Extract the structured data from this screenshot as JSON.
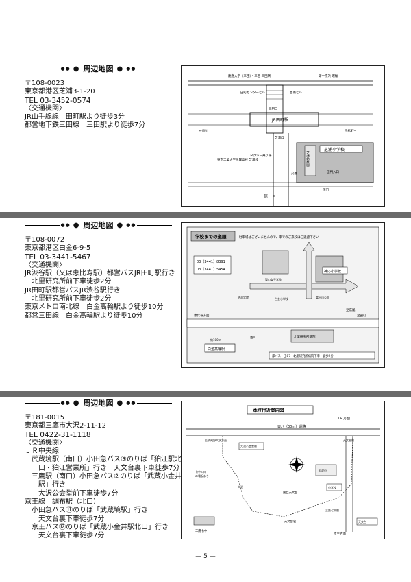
{
  "page_number": "— 5 —",
  "sections": [
    {
      "heading": "周辺地図",
      "postal": "〒108-0023",
      "address": "東京都港区芝浦3-1-20",
      "tel": "TEL 03-3452-0574",
      "transport_label": "〈交通機関〉",
      "lines": [
        "JR山手線線　田町駅より徒歩3分",
        "都営地下鉄三田線　三田駅より徒歩7分"
      ],
      "map": {
        "top_label": "慶應大学（三田）・三田 三田駅",
        "top_right_label": "第一京浜 運輸",
        "label_a": "田町センタービル",
        "label_b": "西南ビル",
        "label_c": "三田口",
        "station": "JR田町駅",
        "label_d": "芝浦口",
        "left_arrow": "←品川",
        "right_arrow": "浜松町→",
        "label_e": "タクシー乗り場",
        "label_f": "東京工業大学附属高校 芝浦校",
        "label_g": "芝浦幼稚園",
        "school": "芝浦小学校",
        "label_h": "正門入口",
        "label_i": "交番",
        "label_j": "正門",
        "signal": "信　号"
      }
    },
    {
      "heading": "周辺地図",
      "postal": "〒108-0072",
      "address": "東京都港区白金6-9-5",
      "tel": "TEL 03-3441-5467",
      "transport_label": "〈交通機関〉",
      "lines": [
        "JR渋谷駅（又は恵比寿駅）都営バスJR田町駅行き",
        "北里研究所前下車徒歩2分",
        "JR田町駅都営バスJR渋谷駅行き",
        "北里研究所前下車徒歩2分",
        "東京メトロ南北線　白金高輪駅より徒歩10分",
        "都営三田線　白金高輪駅より徒歩10分"
      ],
      "map": {
        "title": "学校までの道順",
        "note": "駐車場はございませんので、車でのご来校はご遠慮下さい",
        "phone1": "03（3441）8391",
        "phone2": "03（3441）5454",
        "school": "白金小学校",
        "school2": "神応小学校",
        "label_a": "聖心女子学院",
        "label_b": "富士山公園",
        "label_c": "明治学院",
        "label_d": "北里研究所病院",
        "label_e": "恵比寿方面",
        "label_f": "白金高輪駅",
        "label_g": "約100m",
        "label_h": "都バス　田87　北里研究所病院下車　徒歩2分",
        "label_i": "古川",
        "label_j": "至広尾",
        "label_k": "至田町"
      }
    },
    {
      "heading": "周辺地図",
      "postal": "〒181-0015",
      "address": "東京都三鷹市大沢2-11-12",
      "tel": "TEL 0422-31-1118",
      "transport_label": "〈交通機関〉",
      "lines": [
        {
          "t": "ＪＲ中央線",
          "i": 0
        },
        {
          "t": "武蔵境駅（南口）小田急バス③のりば「狛江駅北",
          "i": 1
        },
        {
          "t": "口・狛江営業所」行き　天文台裏下車徒歩7分",
          "i": 2
        },
        {
          "t": "三鷹駅（南口）小田急バス②のりば「武蔵小金井",
          "i": 1
        },
        {
          "t": "駅」行き",
          "i": 2
        },
        {
          "t": "大沢公会堂前下車徒歩7分",
          "i": 2
        },
        {
          "t": "京王線　調布駅（北口）",
          "i": 0
        },
        {
          "t": "小田急バス⑪のりば「武蔵境駅」行き",
          "i": 1
        },
        {
          "t": "天文台裏下車徒歩7分",
          "i": 2
        },
        {
          "t": "京王バス⑫のりば「武蔵小金井駅北口」行き",
          "i": 1
        },
        {
          "t": "天文台裏下車徒歩7分",
          "i": 2
        }
      ],
      "map": {
        "title": "本校付近案内図",
        "jr": "ＪＲ方面",
        "road": "東八（30ｍ）道路",
        "label_a": "至武蔵野大学方面",
        "label_b": "天文台前",
        "label_c": "大沢公会堂前",
        "label_d": "七中入口",
        "label_e": "の看板あり",
        "label_f": "羽沢小",
        "label_g": "大沢",
        "label_h": "三鷹七中",
        "label_i": "天文台裏",
        "label_j": "国立天文台",
        "label_k": "京王方面",
        "label_l": "小学校",
        "label_m": "天文台",
        "label_n": "三鷹七中前"
      }
    }
  ]
}
